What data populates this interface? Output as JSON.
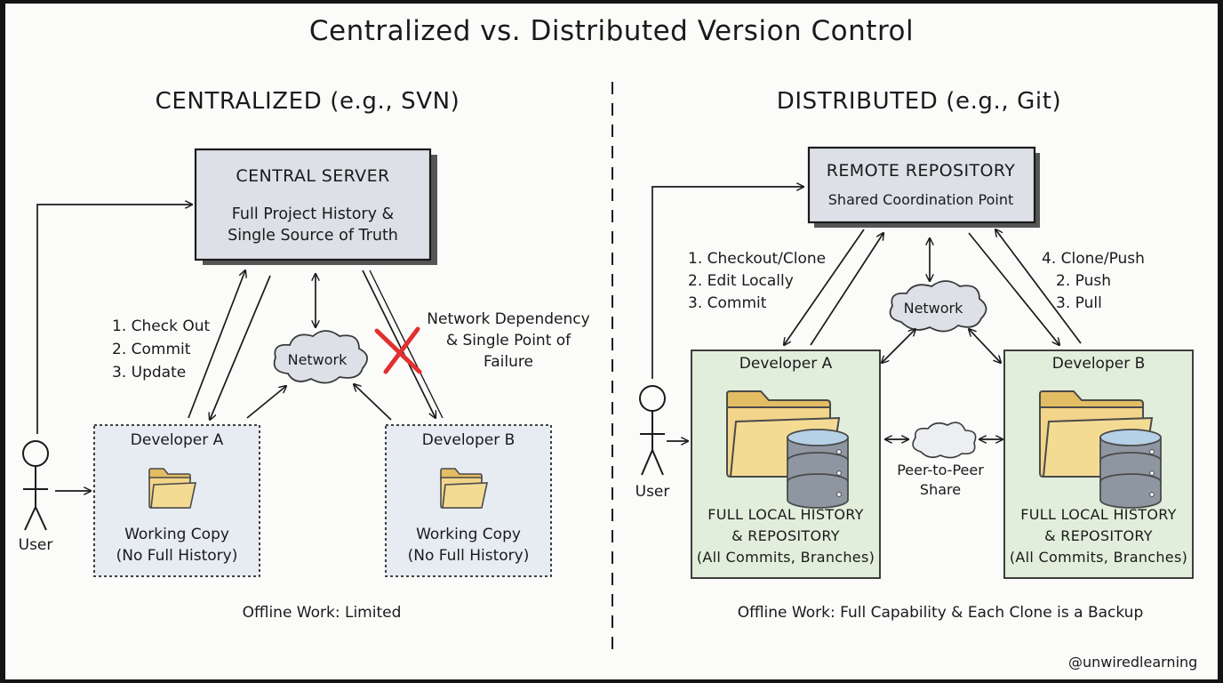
{
  "title": "Centralized vs. Distributed Version Control",
  "left": {
    "heading": "CENTRALIZED (e.g., SVN)",
    "server": {
      "title": "CENTRAL SERVER",
      "line1": "Full Project History &",
      "line2": "Single Source of Truth"
    },
    "steps": [
      "1. Check Out",
      "2. Commit",
      "3. Update"
    ],
    "network": "Network",
    "failure": {
      "line1": "Network Dependency",
      "line2": "& Single Point of",
      "line3": "Failure"
    },
    "dev_a": {
      "title": "Developer A",
      "line1": "Working Copy",
      "line2": "(No Full History)"
    },
    "dev_b": {
      "title": "Developer B",
      "line1": "Working Copy",
      "line2": "(No Full History)"
    },
    "user": "User",
    "footer": "Offline Work: Limited"
  },
  "right": {
    "heading": "DISTRIBUTED (e.g., Git)",
    "remote": {
      "title": "REMOTE REPOSITORY",
      "subtitle": "Shared Coordination Point"
    },
    "steps_left": [
      "1. Checkout/Clone",
      "2. Edit Locally",
      "3. Commit"
    ],
    "steps_right": [
      "4. Clone/Push",
      "2. Push",
      "3. Pull"
    ],
    "network": "Network",
    "dev_a": {
      "title": "Developer A",
      "line1": "FULL LOCAL HISTORY",
      "line2": "& REPOSITORY",
      "line3": "(All Commits, Branches)"
    },
    "dev_b": {
      "title": "Developer B",
      "line1": "FULL LOCAL HISTORY",
      "line2": "& REPOSITORY",
      "line3": "(All Commits, Branches)"
    },
    "p2p": {
      "line1": "Peer-to-Peer",
      "line2": "Share"
    },
    "user": "User",
    "footer": "Offline Work: Full Capability & Each Clone is a Backup"
  },
  "credit": "@unwiredlearning",
  "colors": {
    "server_fill": "#dde0e6",
    "dev_left_fill": "#e7ecf3",
    "dev_right_fill": "#e1eedb",
    "folder": "#f2d58a",
    "cylinder": "#8e96a2",
    "cloud": "#dde1e7",
    "cross": "#e03030"
  }
}
